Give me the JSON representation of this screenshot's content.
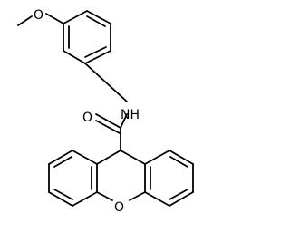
{
  "molecule": {
    "atoms": {
      "methoxy_o": "O",
      "amide_o": "O",
      "amide_n": "NH",
      "ring_o": "O"
    }
  }
}
